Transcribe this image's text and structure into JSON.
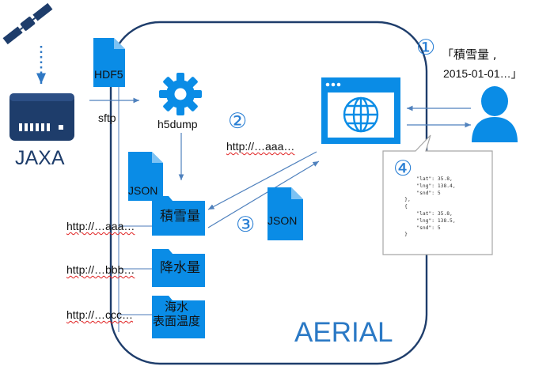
{
  "labels": {
    "jaxa": "JAXA",
    "hdf5": "HDF5",
    "sftp": "sftp",
    "h5dump": "h5dump",
    "json_left": "JSON",
    "json_right": "JSON",
    "folder1": "積雪量",
    "folder2": "降水量",
    "folder3_line1": "海水",
    "folder3_line2": "表面温度",
    "url_a_left": "http://…aaa…",
    "url_a_mid": "http://…aaa…",
    "url_b": "http://…bbb…",
    "url_c": "http://…ccc…",
    "aerial": "AERIAL",
    "query_line1": "「積雪量 ,",
    "query_line2": "2015-01-01…」"
  },
  "steps": {
    "one": "①",
    "two": "②",
    "three": "③",
    "four": "④"
  },
  "json_snippet": "        \"lat\": 35.8,\n        \"lng\": 138.4,\n        \"snd\": 5\n    },\n    {\n        \"lat\": 35.8,\n        \"lng\": 138.5,\n        \"snd\": 5\n    }",
  "colors": {
    "accent_blue": "#0a8ce6",
    "dark_navy": "#1e3d6b",
    "arrow_blue": "#4f81bd",
    "number_blue": "#2a7fd4"
  },
  "icons": [
    "satellite-icon",
    "server-icon",
    "hdf5-file-icon",
    "gear-icon",
    "json-file-icon",
    "folder-icon",
    "browser-globe-icon",
    "user-icon"
  ]
}
